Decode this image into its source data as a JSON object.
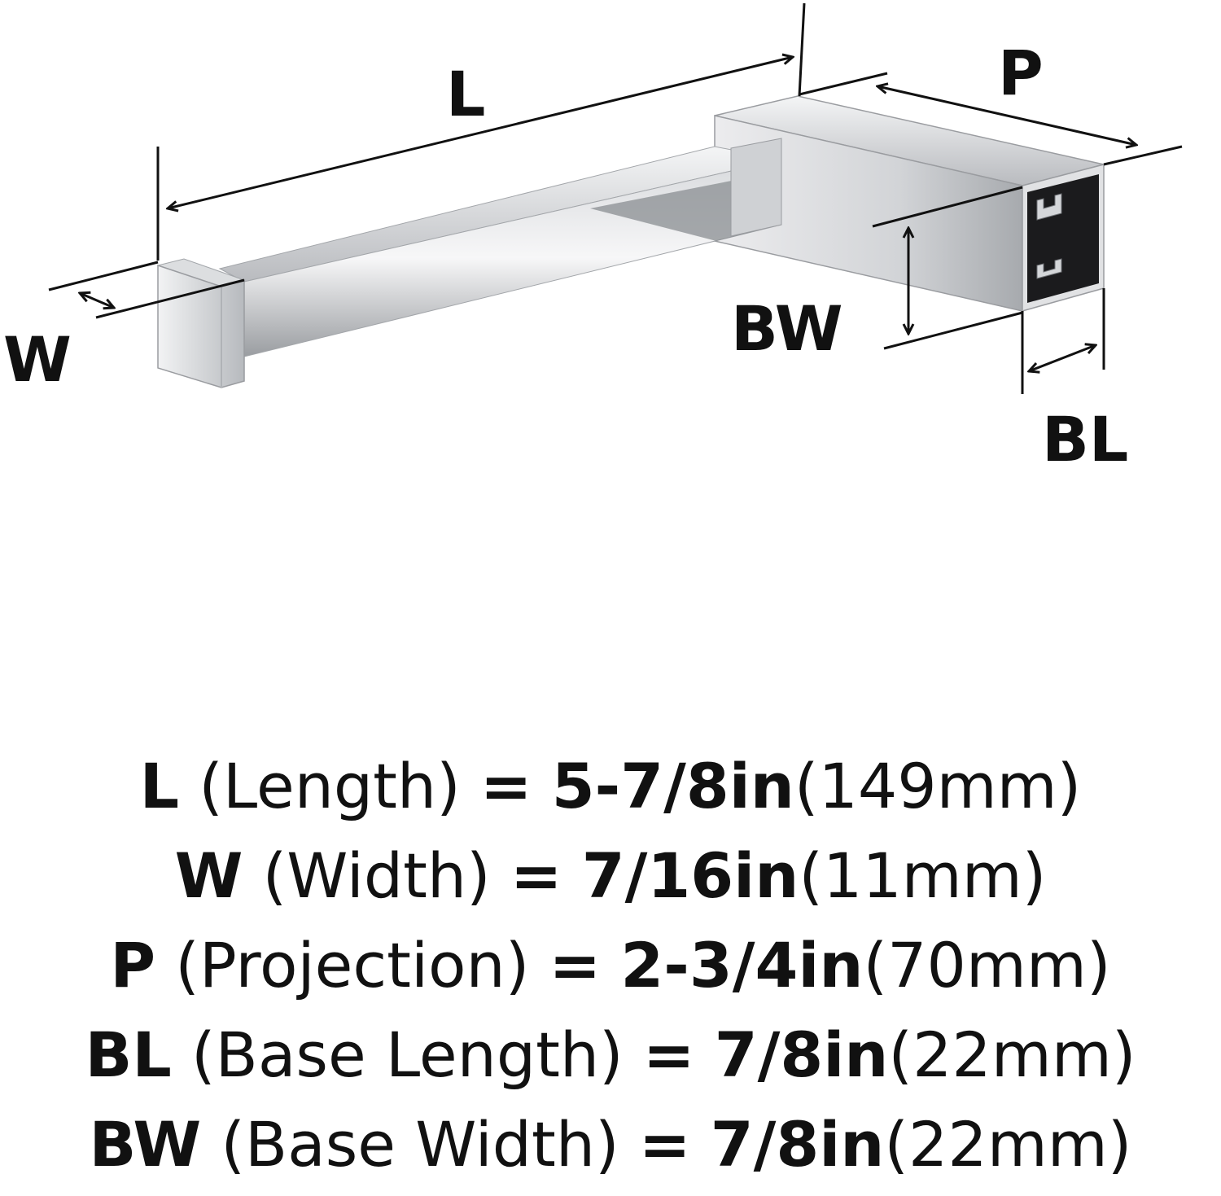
{
  "diagram": {
    "labels": {
      "L": "L",
      "P": "P",
      "W": "W",
      "BW": "BW",
      "BL": "BL"
    }
  },
  "specs": [
    {
      "code": "L",
      "name": "(Length)",
      "eq": "=",
      "imperial": "5-7/8in",
      "metric": "(149mm)"
    },
    {
      "code": "W",
      "name": "(Width)",
      "eq": "=",
      "imperial": "7/16in",
      "metric": "(11mm)"
    },
    {
      "code": "P",
      "name": "(Projection)",
      "eq": "=",
      "imperial": "2-3/4in",
      "metric": "(70mm)"
    },
    {
      "code": "BL",
      "name": "(Base Length)",
      "eq": "=",
      "imperial": "7/8in",
      "metric": "(22mm)"
    },
    {
      "code": "BW",
      "name": "(Base Width)",
      "eq": "=",
      "imperial": "7/8in",
      "metric": "(22mm)"
    }
  ],
  "colors": {
    "ink": "#111111",
    "chrome_light": "#e9eaec",
    "chrome_mid": "#c8cacd",
    "chrome_dark": "#8c8f93",
    "base_face": "#1b1b1d"
  }
}
